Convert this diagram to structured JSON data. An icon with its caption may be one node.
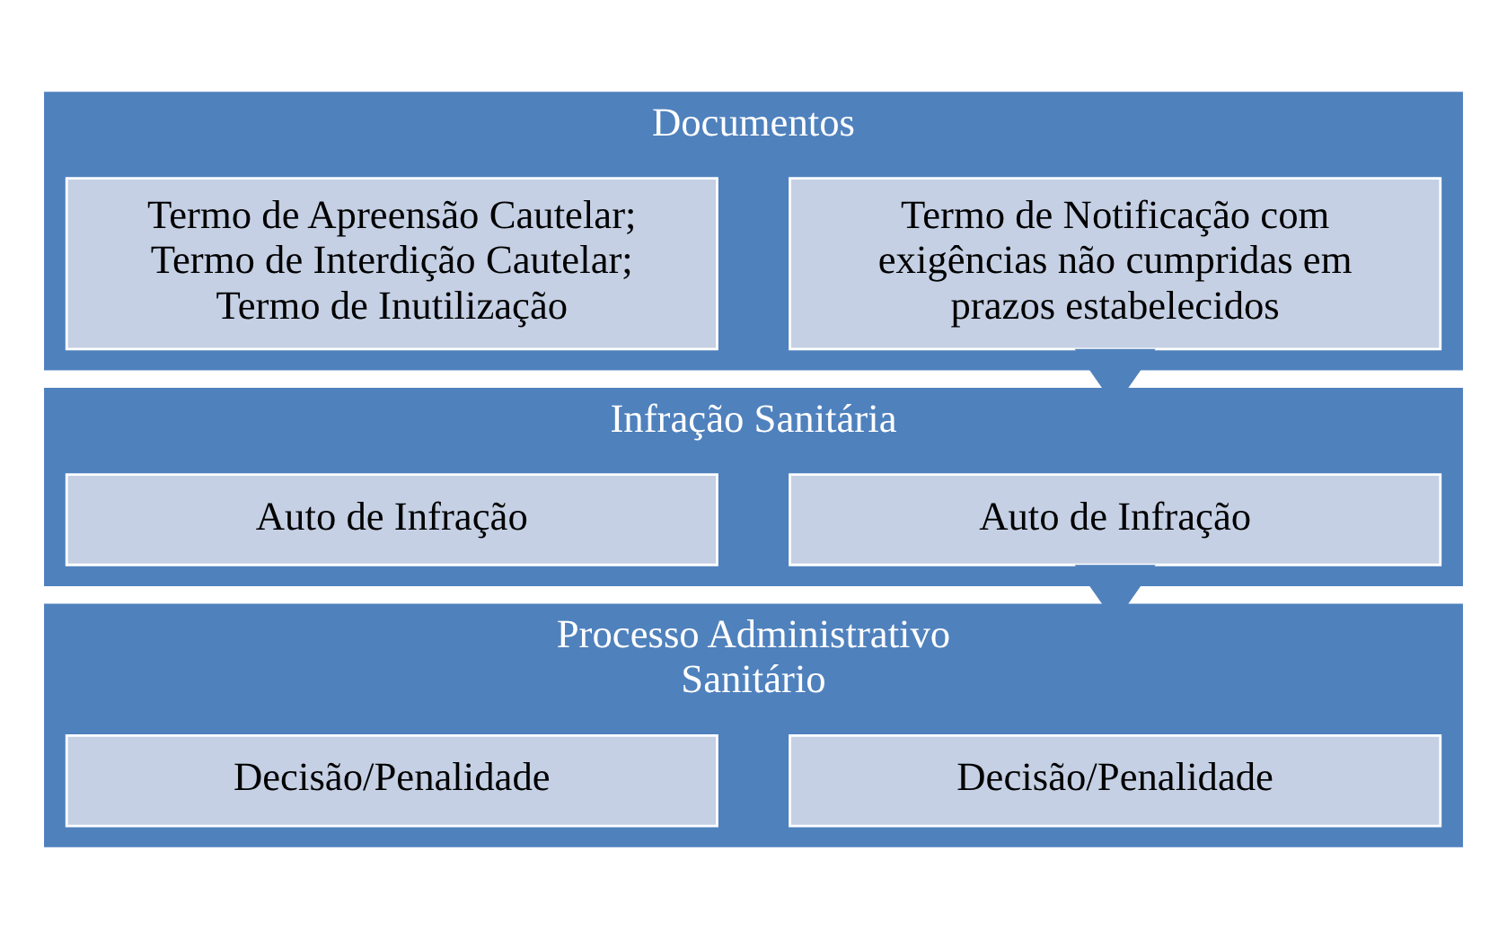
{
  "diagram": {
    "nodes": [
      {
        "text": [
          "Documentos"
        ]
      },
      {
        "text": [
          "Termo de Notificação com exigências não cumpridas em prazos estabelecidos"
        ],
        "in": 0
      },
      {
        "text": [
          "Termo de Apreensão Cautelar; Termo de Interdição Cautelar; Termo de Inutilização"
        ],
        "in": 0
      },
      {
        "text": [
          "Infração Sanitária"
        ]
      },
      {
        "text": [
          "Auto de Infração"
        ],
        "in": 3
      },
      {
        "text": [
          "Auto de Infração"
        ],
        "in": 3
      },
      {
        "text": [
          "Processo Administrativo Sanitário"
        ]
      },
      {
        "text": [
          "Decisão/Penalidade"
        ],
        "in": 6
      },
      {
        "text": [
          "Decisão/Penalidade"
        ],
        "in": 6
      }
    ],
    "edges": [
      {
        "from": 0,
        "to": 3,
        "arrow": "to",
        "style": "thick"
      },
      {
        "from": 3,
        "to": 6,
        "arrow": "to",
        "style": "thick"
      }
    ]
  }
}
